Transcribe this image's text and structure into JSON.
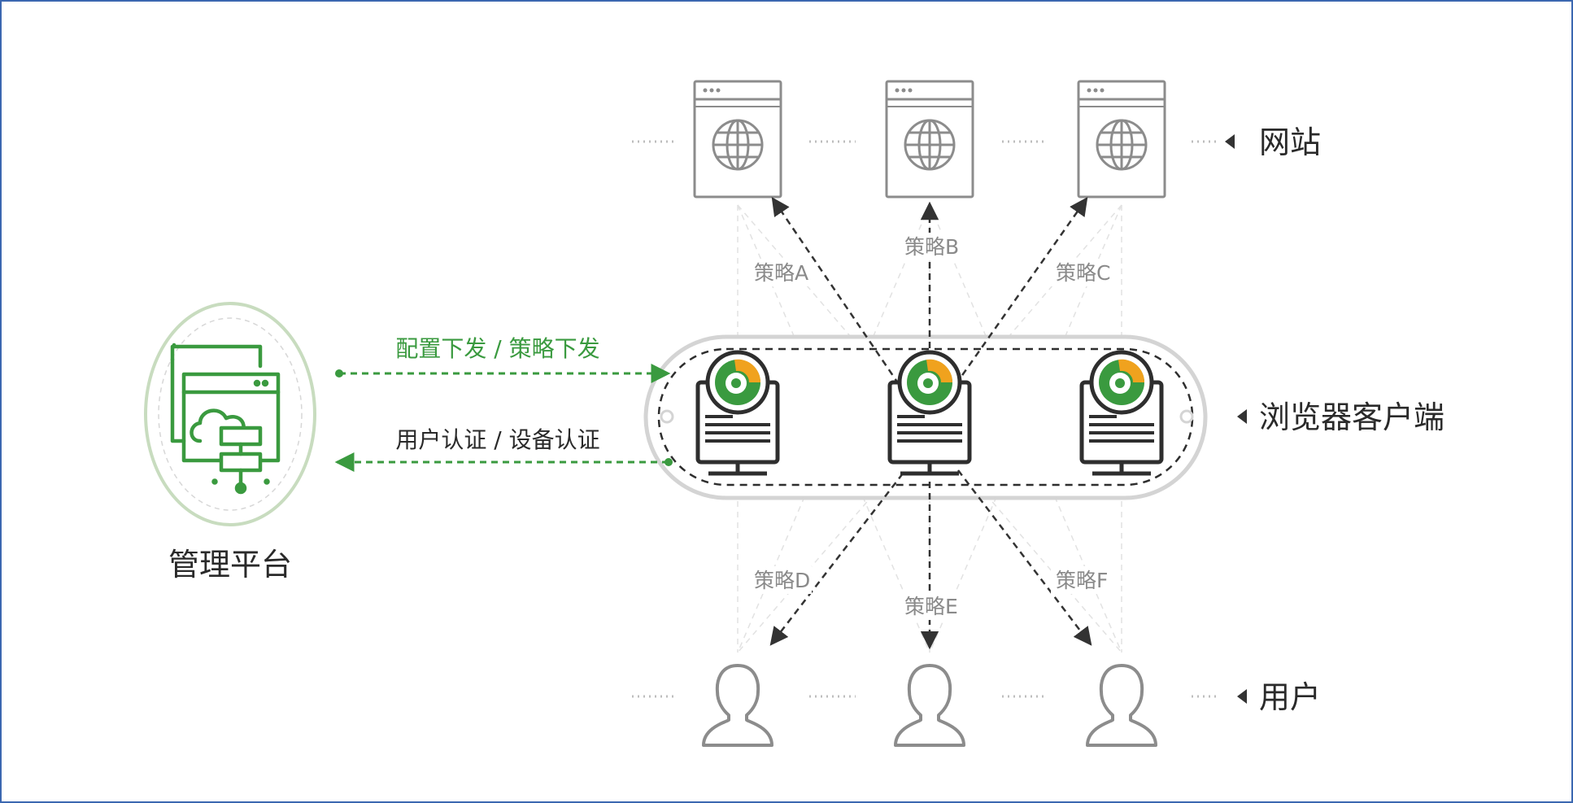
{
  "management_platform": {
    "label": "管理平台",
    "icon": "cloud-server-icon"
  },
  "flows": {
    "downstream_label": "配置下发 / 策略下发",
    "upstream_label": "用户认证 / 设备认证"
  },
  "rows": {
    "websites_label": "网站",
    "browser_clients_label": "浏览器客户端",
    "users_label": "用户"
  },
  "policies": {
    "a": "策略A",
    "b": "策略B",
    "c": "策略C",
    "d": "策略D",
    "e": "策略E",
    "f": "策略F"
  },
  "icons": {
    "website": "globe-browser-icon",
    "client": "browser-client-monitor-icon",
    "user": "user-silhouette-icon"
  },
  "colors": {
    "accent_green": "#3a9a3f",
    "light_green": "#c8dcbf",
    "client_logo_orange": "#f0a21e",
    "gray_icon": "#8c8c8c",
    "dark_text": "#2a2a2a",
    "border_blue": "#3b67b0"
  }
}
